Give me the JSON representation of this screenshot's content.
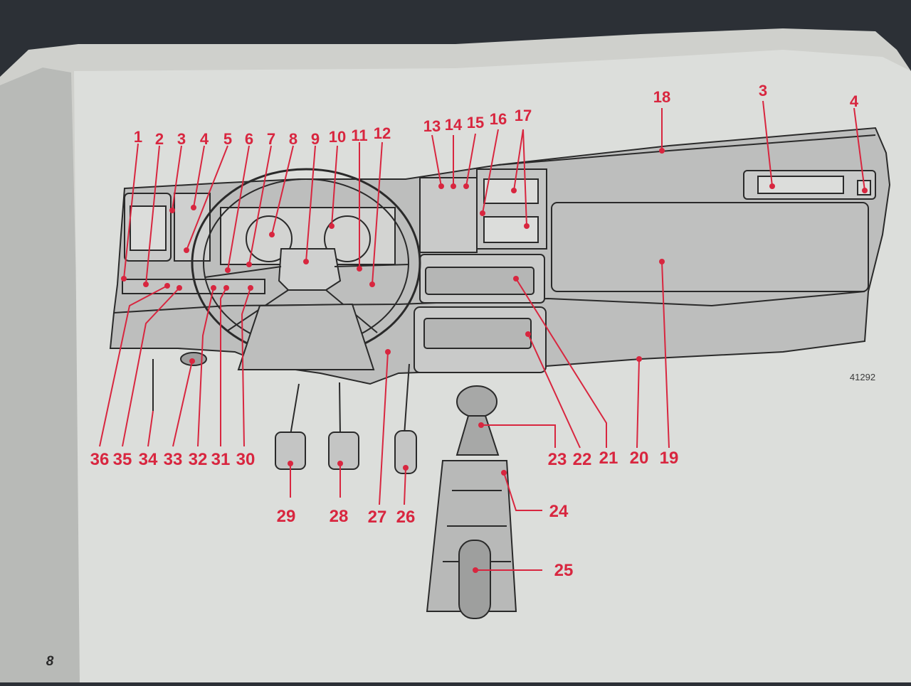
{
  "page_number": "8",
  "figure_code": "41292",
  "callouts_top": [
    "1",
    "2",
    "3",
    "4",
    "5",
    "6",
    "7",
    "8",
    "9",
    "10",
    "11",
    "12",
    "13",
    "14",
    "15",
    "16",
    "17",
    "18",
    "3",
    "4"
  ],
  "callouts_bottom": [
    "36",
    "35",
    "34",
    "33",
    "32",
    "31",
    "30",
    "23",
    "22",
    "21",
    "20",
    "19"
  ],
  "callouts_pedals": [
    "29",
    "28",
    "27",
    "26"
  ],
  "callouts_gear": [
    "24",
    "25"
  ]
}
